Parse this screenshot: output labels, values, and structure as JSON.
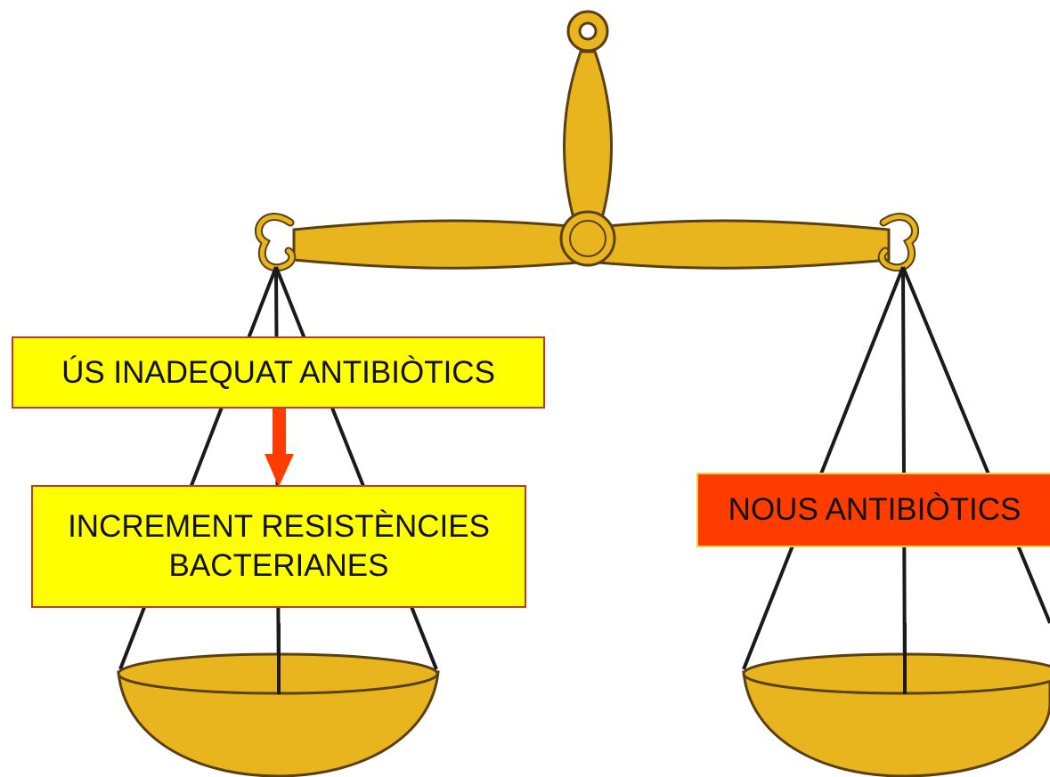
{
  "labels": {
    "misuse": "ÚS INADEQUAT ANTIBIÒTICS",
    "resistance": "INCREMENT RESISTÈNCIES\nBACTERIANES",
    "new_antibiotics": "NOUS ANTIBIÒTICS"
  },
  "colors": {
    "label_fill": "#ffff00",
    "label_border": "#c0392b",
    "alert_fill": "#ff3c00",
    "arrow": "#ff3c00",
    "scale_gold": "#e8b51e",
    "scale_outline": "#5a4010",
    "string": "#1a1a1a"
  },
  "icons": {
    "scale": "balance-scale-icon",
    "arrow": "arrow-down-icon"
  }
}
